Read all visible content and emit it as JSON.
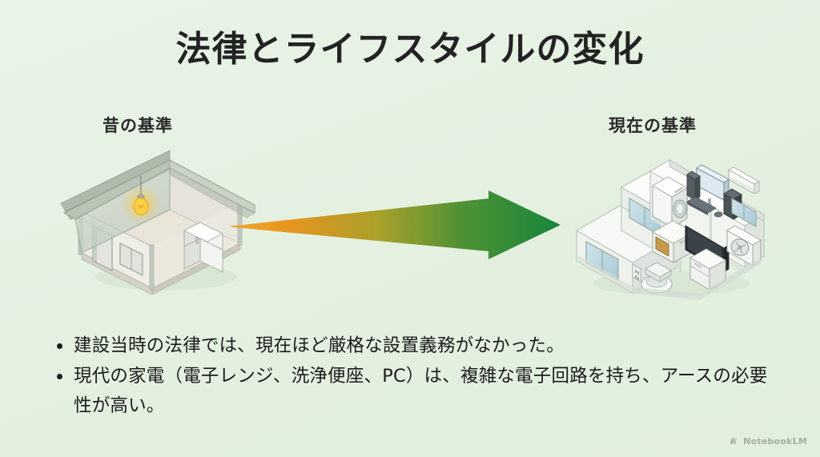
{
  "slide": {
    "title": "法律とライフスタイルの変化",
    "background_color": "#e4f1e1",
    "title_color": "#232323"
  },
  "panels": {
    "left": {
      "caption": "昔の基準",
      "illustration": "isometric-cutaway-old-house",
      "items": [
        "hanging-light-bulb",
        "refrigerator",
        "door",
        "sliding-window"
      ]
    },
    "right": {
      "caption": "現在の基準",
      "illustration": "isometric-cutaway-modern-house",
      "items": [
        "washing-machine",
        "microwave-oven",
        "toilet-washlet",
        "desktop-pc-monitor",
        "flat-screen-tv",
        "air-conditioner-indoor-unit",
        "air-conditioner-outdoor-unit",
        "dishwasher",
        "power-outlet",
        "sliding-window"
      ]
    }
  },
  "arrow": {
    "name": "transition-arrow",
    "direction": "left-to-right",
    "color_start": "#e08a1e",
    "color_end": "#1f8a3d"
  },
  "bullets": [
    "建設当時の法律では、現在ほど厳格な設置義務がなかった。",
    "現代の家電（電子レンジ、洗浄便座、PC）は、複雑な電子回路を持ち、アースの必要性が高い。"
  ],
  "watermark": {
    "label": "NotebookLM",
    "icon": "notebooklm-logo-icon"
  }
}
